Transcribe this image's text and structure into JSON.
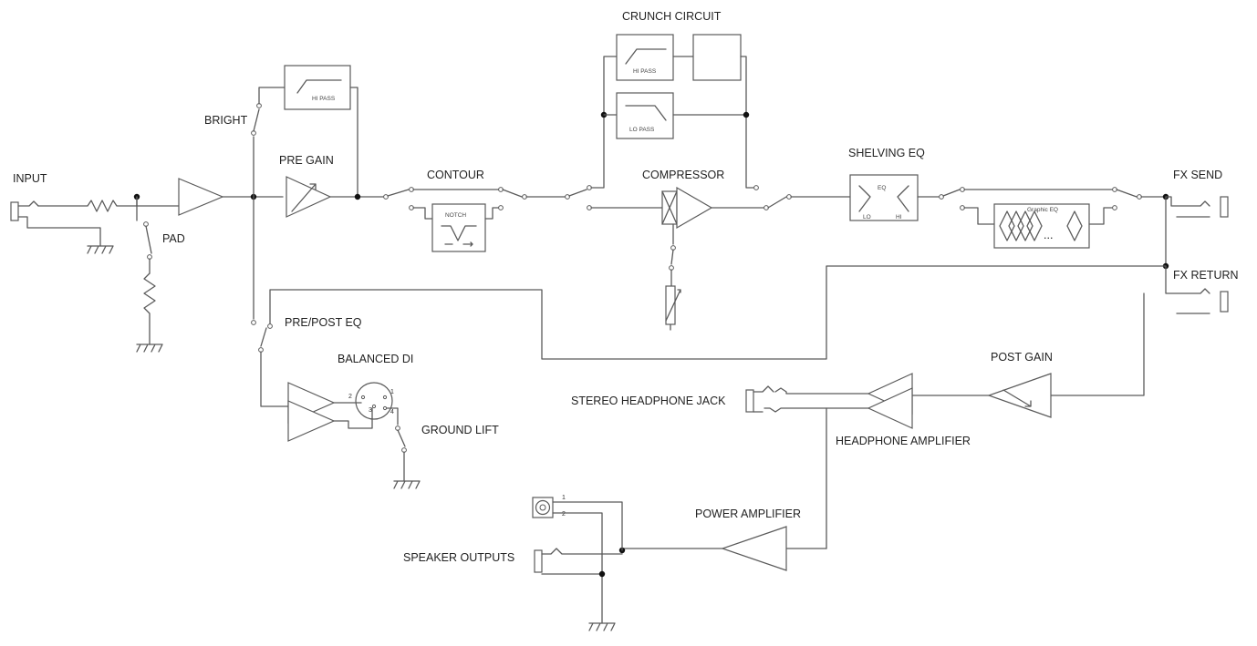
{
  "labels": {
    "input": "INPUT",
    "pad": "PAD",
    "bright": "BRIGHT",
    "pre_gain": "PRE GAIN",
    "contour": "CONTOUR",
    "crunch_circuit": "CRUNCH CIRCUIT",
    "compressor": "COMPRESSOR",
    "shelving_eq": "SHELVING EQ",
    "fx_send": "FX SEND",
    "fx_return": "FX RETURN",
    "pre_post_eq": "PRE/POST EQ",
    "balanced_di": "BALANCED DI",
    "ground_lift": "GROUND LIFT",
    "stereo_headphone_jack": "STEREO HEADPHONE JACK",
    "headphone_amplifier": "HEADPHONE AMPLIFIER",
    "post_gain": "POST GAIN",
    "power_amplifier": "POWER AMPLIFIER",
    "speaker_outputs": "SPEAKER OUTPUTS"
  },
  "blocks": {
    "bright_filter": "HI PASS",
    "notch": "NOTCH",
    "crunch_hi_pass": "HI PASS",
    "crunch_lo_pass": "LO PASS",
    "eq": "EQ",
    "eq_lo": "LO",
    "eq_hi": "HI",
    "graphic_eq": "Graphic EQ",
    "graphic_eq_more": "..."
  },
  "pins": {
    "xlr_1": "1",
    "xlr_2": "2",
    "xlr_3": "3",
    "xlr_4": "4",
    "speakon_1": "1",
    "speakon_2": "2"
  }
}
